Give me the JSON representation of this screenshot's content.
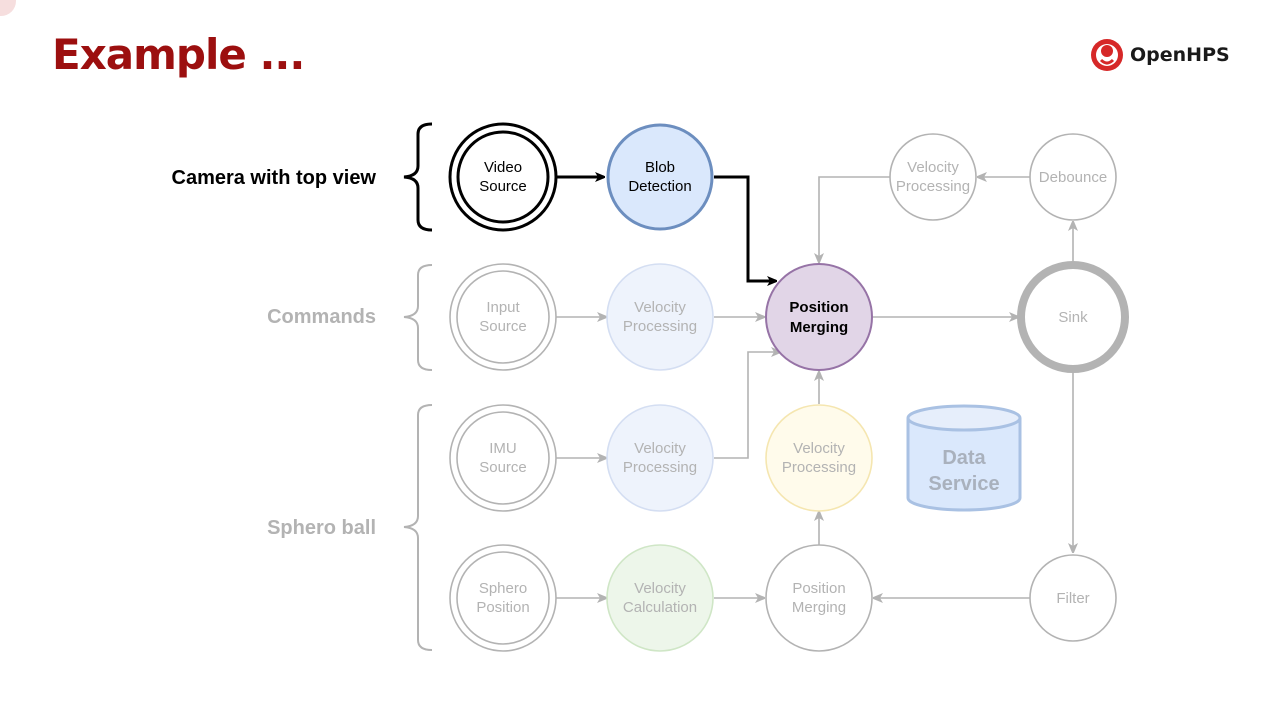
{
  "title": "Example ...",
  "logo": {
    "text": "OpenHPS",
    "icon": "openhps-logo-icon",
    "color": "#d62828"
  },
  "colors": {
    "title": "#9c0f0f",
    "active": "#000000",
    "faded": "#b3b3b3",
    "blob_fill": "#dae8fc",
    "blob_stroke": "#6c8ebf",
    "merge_fill": "#e1d5e7",
    "merge_stroke": "#9673a6",
    "blue_fill": "#eef3fc",
    "blue_stroke": "#d4def2",
    "yellow_fill": "#fffbeb",
    "yellow_stroke": "#f5e6b0",
    "green_fill": "#edf6ea",
    "green_stroke": "#cfe6c6"
  },
  "groups": [
    {
      "label": "Camera with top view",
      "active": true
    },
    {
      "label": "Commands",
      "active": false
    },
    {
      "label": "Sphero ball",
      "active": false
    }
  ],
  "nodes": {
    "video_source": [
      "Video",
      "Source"
    ],
    "blob_detection": [
      "Blob",
      "Detection"
    ],
    "position_merging_main": [
      "Position",
      "Merging"
    ],
    "velocity_processing_top": [
      "Velocity",
      "Processing"
    ],
    "debounce": [
      "Debounce"
    ],
    "sink": [
      "Sink"
    ],
    "input_source": [
      "Input",
      "Source"
    ],
    "velocity_processing_commands": [
      "Velocity",
      "Processing"
    ],
    "imu_source": [
      "IMU",
      "Source"
    ],
    "velocity_processing_imu": [
      "Velocity",
      "Processing"
    ],
    "velocity_processing_yellow": [
      "Velocity",
      "Processing"
    ],
    "data_service": [
      "Data",
      "Service"
    ],
    "sphero_position": [
      "Sphero",
      "Position"
    ],
    "velocity_calculation": [
      "Velocity",
      "Calculation"
    ],
    "position_merging_bottom": [
      "Position",
      "Merging"
    ],
    "filter": [
      "Filter"
    ]
  }
}
